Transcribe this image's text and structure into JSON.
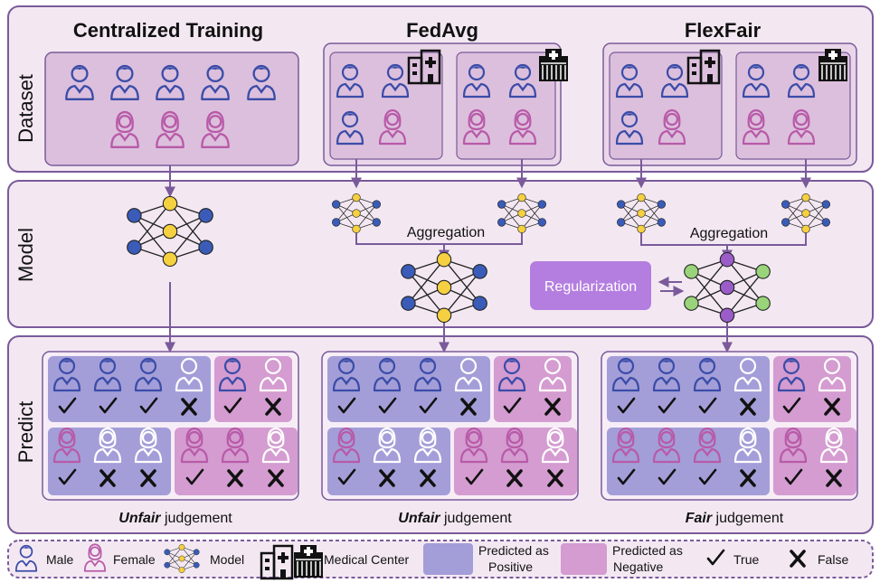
{
  "headers": {
    "centralized": "Centralized Training",
    "fedavg": "FedAvg",
    "flexfair": "FlexFair"
  },
  "rows": {
    "dataset": "Dataset",
    "model": "Model",
    "predict": "Predict"
  },
  "aggregation": "Aggregation",
  "regularization": "Regularization",
  "captions": [
    {
      "bold": "Unfair",
      "rest": " judgement"
    },
    {
      "bold": "Unfair",
      "rest": " judgement"
    },
    {
      "bold": "Fair",
      "rest": " judgement"
    }
  ],
  "legend": {
    "male": "Male",
    "female": "Female",
    "model": "Model",
    "medical_center": "Medical Center",
    "positive_line1": "Predicted as",
    "positive_line2": "Positive",
    "negative_line1": "Predicted as",
    "negative_line2": "Negative",
    "true": "True",
    "false": "False"
  },
  "colors": {
    "frame": "#7a5a9a",
    "male_icon": "#3a4ca8",
    "female_icon": "#b85aa8",
    "positive_fill": "#a39ed8",
    "negative_fill": "#d49cd0",
    "node_blue": "#3a5cb8",
    "node_yellow": "#f5d040",
    "node_purple": "#9a5cc8",
    "node_green": "#9ad47a",
    "regularization_fill": "#b47ee0"
  },
  "predict_panels": [
    {
      "positive": [
        "m",
        "m",
        "m",
        "w"
      ],
      "positive_marks": [
        "t",
        "t",
        "t",
        "f"
      ],
      "negative_top": [
        "m",
        "w"
      ],
      "negative_top_marks": [
        "t",
        "f"
      ],
      "positive_bottom": [
        "f",
        "wf",
        "wf"
      ],
      "positive_bottom_marks": [
        "t",
        "f",
        "f"
      ],
      "negative_bottom": [
        "f",
        "f",
        "wf"
      ],
      "negative_bottom_marks": [
        "t",
        "f",
        "f"
      ]
    },
    {
      "positive": [
        "m",
        "m",
        "m",
        "w"
      ],
      "positive_marks": [
        "t",
        "t",
        "t",
        "f"
      ],
      "negative_top": [
        "m",
        "w"
      ],
      "negative_top_marks": [
        "t",
        "f"
      ],
      "positive_bottom": [
        "f",
        "wf",
        "wf"
      ],
      "positive_bottom_marks": [
        "t",
        "f",
        "f"
      ],
      "negative_bottom": [
        "f",
        "f",
        "wf"
      ],
      "negative_bottom_marks": [
        "t",
        "f",
        "f"
      ]
    },
    {
      "positive": [
        "m",
        "m",
        "m",
        "w"
      ],
      "positive_marks": [
        "t",
        "t",
        "t",
        "f"
      ],
      "negative_top": [
        "m",
        "w"
      ],
      "negative_top_marks": [
        "t",
        "f"
      ],
      "positive_bottom": [
        "f",
        "f",
        "f",
        "wf"
      ],
      "positive_bottom_marks": [
        "t",
        "t",
        "t",
        "f"
      ],
      "negative_bottom": [
        "f",
        "wf"
      ],
      "negative_bottom_marks": [
        "t",
        "f"
      ]
    }
  ]
}
